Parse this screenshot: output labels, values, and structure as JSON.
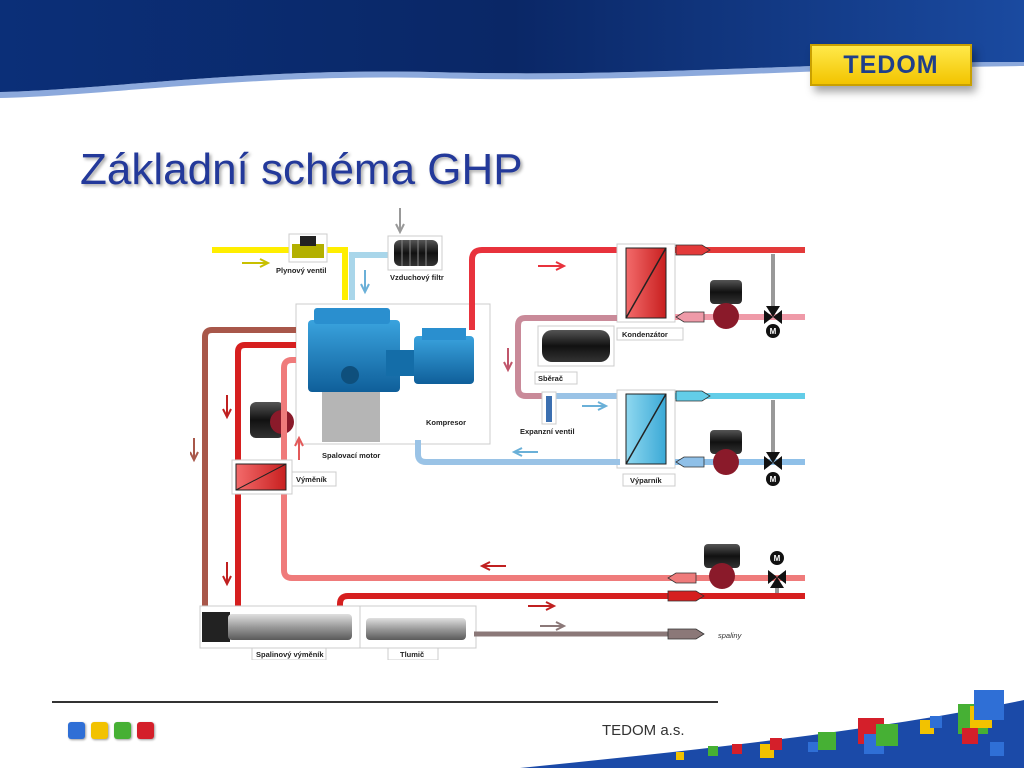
{
  "brand": {
    "logo_text": "TEDOM",
    "company": "TEDOM a.s."
  },
  "slide": {
    "title": "Základní schéma GHP"
  },
  "diagram": {
    "labels": {
      "gas_valve": "Plynový ventil",
      "air_filter": "Vzduchový filtr",
      "condenser": "Kondenzátor",
      "receiver": "Sběrač",
      "compressor": "Kompresor",
      "engine": "Spalovací motor",
      "expansion_valve": "Expanzní ventil",
      "evaporator": "Výparník",
      "exchanger": "Výměník",
      "exhaust_exchanger": "Spalinový výměník",
      "muffler": "Tlumič",
      "flue_gas": "spaliny"
    },
    "valve_motor_letter": "M"
  },
  "colors": {
    "title": "#23399a",
    "hot_water": "#d61f1f",
    "warm_water": "#ef7b7b",
    "refrigerant_hot": "#e8323c",
    "refrigerant_cold": "#9ac3e6",
    "cold_water": "#63cde8",
    "gas": "#ffee00",
    "exhaust": "#8b8b8b",
    "coolant": "#a8574a",
    "engine": "#1b7fbf"
  },
  "footer_squares": [
    "#2f6fd6",
    "#f2c200",
    "#46b034",
    "#d41f2a"
  ]
}
